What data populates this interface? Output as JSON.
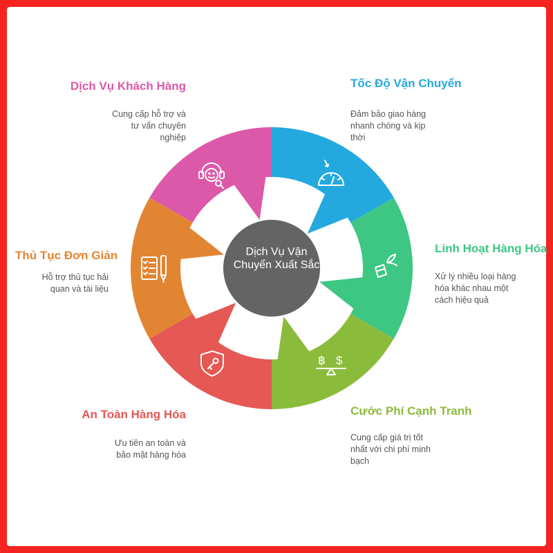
{
  "center": {
    "title": "Dịch Vụ Vận Chuyển Xuất Sắc"
  },
  "segments": [
    {
      "id": "customer",
      "title": "Dịch Vụ Khách Hàng",
      "desc": "Cung cấp hỗ trợ và tư vấn chuyên nghiệp",
      "color": "#dc59a9",
      "icon": "customer-support-icon"
    },
    {
      "id": "speed",
      "title": "Tốc Độ Vận Chuyển",
      "desc": "Đảm bảo giao hàng nhanh chóng và kịp thời",
      "color": "#24a9de",
      "icon": "speedometer-icon"
    },
    {
      "id": "flexibility",
      "title": "Linh Hoạt Hàng Hóa",
      "desc": "Xử lý nhiều loại hàng hóa khác nhau một cách hiệu quả",
      "color": "#3ec683",
      "icon": "cargo-leaf-icon"
    },
    {
      "id": "price",
      "title": "Cước Phí Cạnh Tranh",
      "desc": "Cung cấp giá trị tốt nhất với chi phí minh bạch",
      "color": "#8bbb3b",
      "icon": "currency-balance-icon"
    },
    {
      "id": "safety",
      "title": "An Toàn Hàng Hóa",
      "desc": "Ưu tiên an toàn và bảo mật hàng hóa",
      "color": "#e55854",
      "icon": "shield-key-icon"
    },
    {
      "id": "procedure",
      "title": "Thủ Tục Đơn Giản",
      "desc": "Hỗ trợ thủ tục hải quan và tài liệu",
      "color": "#e28533",
      "icon": "checklist-pen-icon"
    }
  ],
  "center_color": "#646464"
}
